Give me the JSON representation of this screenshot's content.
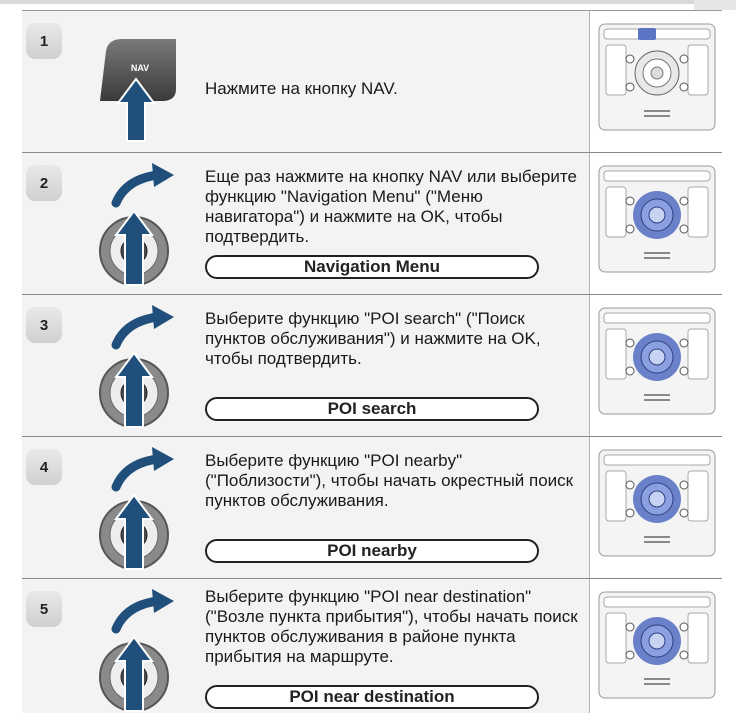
{
  "steps": [
    {
      "number": "1",
      "text": "Нажмите на кнопку NAV.",
      "button_label": "NAV"
    },
    {
      "number": "2",
      "text": "Еще раз нажмите на кнопку NAV или выберите функцию \"Navigation Menu\" (\"Меню навигатора\") и нажмите на OK, чтобы подтвердить.",
      "menu_item": "Navigation Menu"
    },
    {
      "number": "3",
      "text": "Выберите функцию \"POI search\" (\"Поиск пунктов обслуживания\") и нажмите на OK, чтобы подтвердить.",
      "menu_item": "POI search"
    },
    {
      "number": "4",
      "text": "Выберите функцию \"POI nearby\" (\"Поблизости\"), чтобы начать окрестный поиск пунктов обслуживания.",
      "menu_item": "POI nearby"
    },
    {
      "number": "5",
      "text": "Выберите функцию \"POI near destination\" (\"Возле пункта прибытия\"), чтобы начать поиск пунктов обслуживания в районе пункта прибытия на маршруте.",
      "menu_item": "POI near destination"
    }
  ],
  "colors": {
    "step_badge": "#d6d6d6",
    "arrow": "#1f4f7a",
    "highlight": "#5b74c4"
  }
}
